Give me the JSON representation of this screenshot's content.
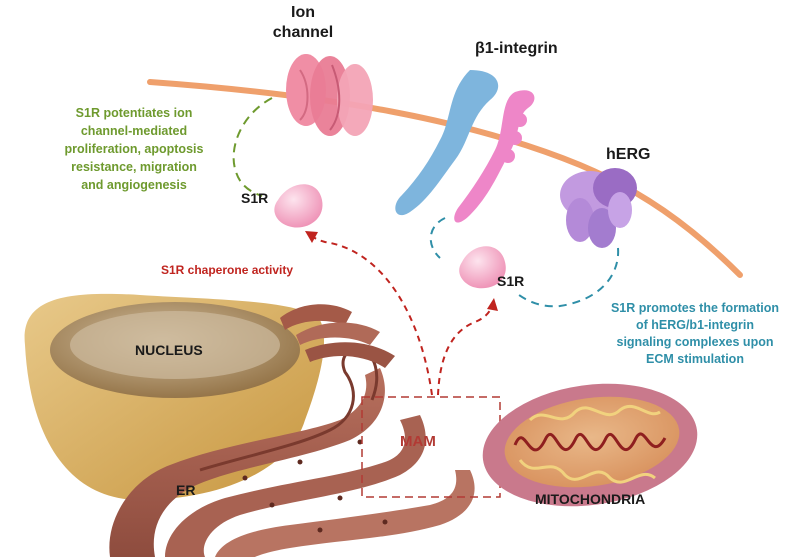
{
  "labels": {
    "ion_channel": "Ion\nchannel",
    "b1_integrin": "β1-integrin",
    "herg": "hERG",
    "s1r_left": "S1R",
    "s1r_right": "S1R",
    "green_note": "S1R potentiates ion\nchannel-mediated\nproliferation, apoptosis\nresistance, migration\nand angiogenesis",
    "chaperone": "S1R chaperone activity",
    "teal_note": "S1R promotes the formation\nof hERG/b1-integrin\nsignaling complexes upon\nECM stimulation",
    "nucleus": "NUCLEUS",
    "er": "ER",
    "mam": "MAM",
    "mitochondria": "MITOCHONDRIA"
  },
  "colors": {
    "membrane": "#f0a06a",
    "ion_channel": "#ec8fa3",
    "integrin_blue": "#7ab2db",
    "integrin_pink": "#ec84c6",
    "herg": "#b084d4",
    "s1r": "#f5aac8",
    "green_text": "#6e9a2e",
    "red_text": "#c0241f",
    "teal_text": "#2f8fa8",
    "nucleus": "#d9b070",
    "er": "#9e5a4a",
    "mitochondria_outer": "#c8758a",
    "mitochondria_inner": "#8f1f1f"
  }
}
